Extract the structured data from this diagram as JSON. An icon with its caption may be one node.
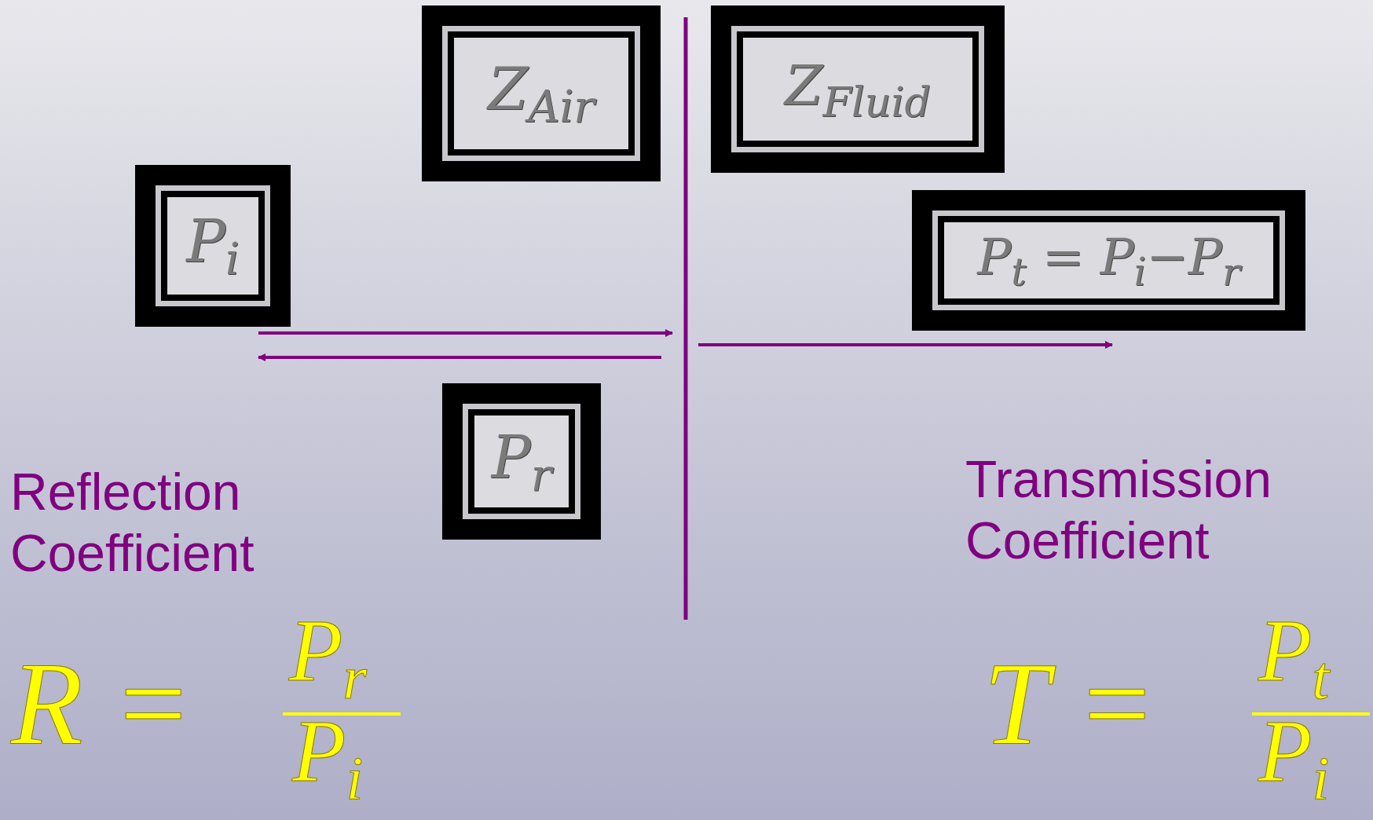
{
  "diagram": {
    "nodes": [
      {
        "text": [
          "Z$_{Air}$"
        ]
      },
      {
        "text": [
          "Z$_{Fluid}$"
        ]
      },
      {
        "text": [
          "P$_{i}$"
        ]
      },
      {
        "text": [
          "P$_{t}$ = P$_{i}$−P$_{r}$"
        ]
      },
      {
        "text": [
          "P$_{r}$"
        ]
      }
    ],
    "labels": [
      "Reflection Coefficient",
      "Transmission Coefficient",
      "R =",
      "P$_{r}$",
      "P$_{i}$",
      "T =",
      "P$_{t}$",
      "P$_{i}$"
    ]
  }
}
